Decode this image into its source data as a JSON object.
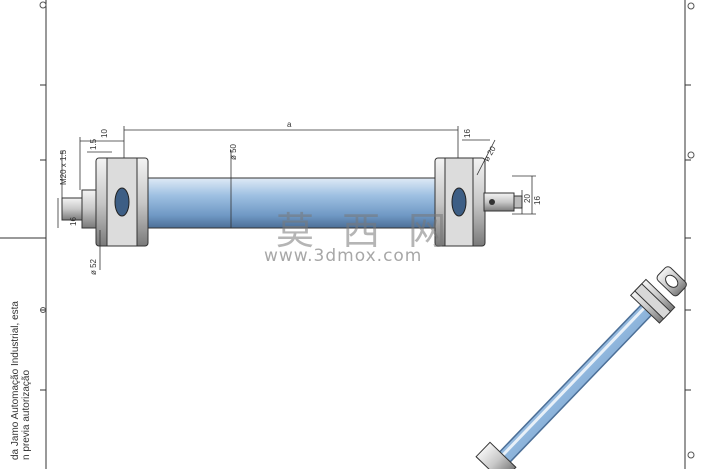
{
  "watermark": {
    "chinese": "莫 西 网",
    "url": "www.3dmox.com"
  },
  "dimensions": {
    "length": "a",
    "rod_dia": "ø 50",
    "left_1": "10",
    "left_2": "1.5",
    "thread": "M20 x 1.5",
    "small_1": "16",
    "small_2": "ø 52",
    "right_1": "16",
    "right_2": "ø 20",
    "right_3": "20",
    "right_4": "16"
  },
  "side_note": {
    "line1": "da Jamo Automação Industrial, esta",
    "line2": "n previa autorização"
  },
  "colors": {
    "cylinder": "#8fb6dd",
    "frame": "#333333"
  }
}
